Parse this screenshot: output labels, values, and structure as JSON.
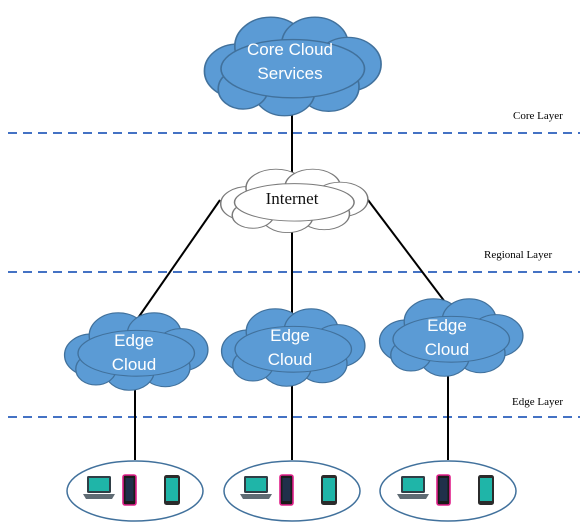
{
  "core": {
    "line1": "Core Cloud",
    "line2": "Services"
  },
  "internet": {
    "label": "Internet"
  },
  "edges": [
    {
      "line1": "Edge",
      "line2": "Cloud"
    },
    {
      "line1": "Edge",
      "line2": "Cloud"
    },
    {
      "line1": "Edge",
      "line2": "Cloud"
    }
  ],
  "layers": {
    "core": "Core Layer",
    "regional": "Regional  Layer",
    "edge": "Edge Layer"
  },
  "device_groups": [
    {
      "devices": [
        "laptop-icon",
        "smartphone-icon",
        "tablet-icon"
      ]
    },
    {
      "devices": [
        "laptop-icon",
        "smartphone-icon",
        "tablet-icon"
      ]
    },
    {
      "devices": [
        "laptop-icon",
        "smartphone-icon",
        "tablet-icon"
      ]
    }
  ],
  "colors": {
    "cloud_fill": "#5b9bd5",
    "cloud_stroke": "#41719c",
    "dashed_line": "#4472c4",
    "connector": "#000000",
    "phone_accent": "#e0208a",
    "device_screen": "#1fb5a8"
  }
}
